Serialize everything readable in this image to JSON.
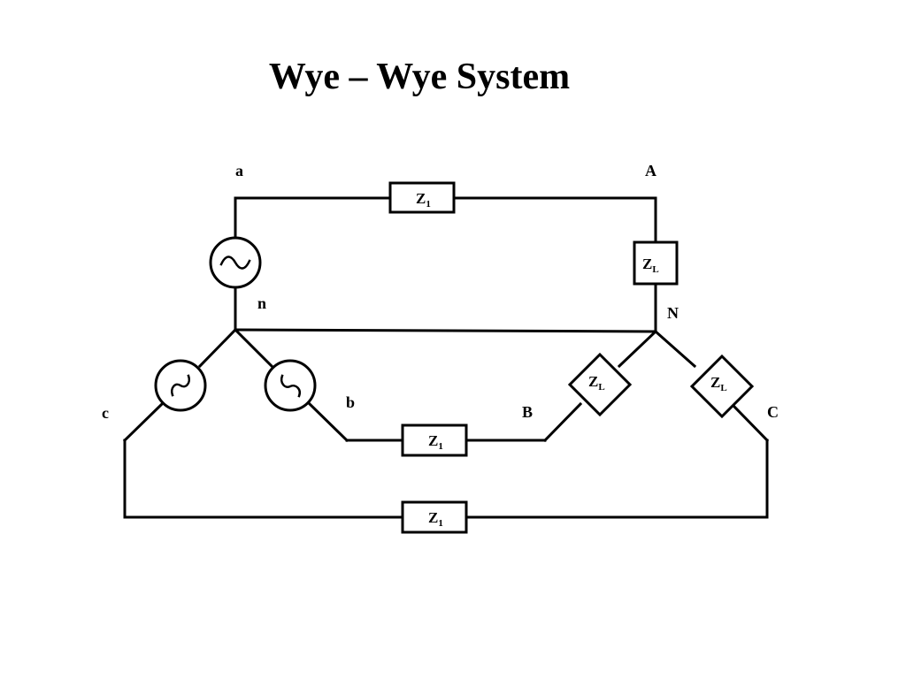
{
  "title": "Wye – Wye  System",
  "nodes": {
    "a": "a",
    "b": "b",
    "c": "c",
    "n": "n",
    "A": "A",
    "B": "B",
    "C": "C",
    "N": "N"
  },
  "impedances": {
    "line_symbol": "Z",
    "line_subscript": "1",
    "load_symbol": "Z",
    "load_subscript": "L"
  },
  "sources": {
    "a": "ac-source-icon",
    "b": "ac-source-icon",
    "c": "ac-source-icon"
  }
}
